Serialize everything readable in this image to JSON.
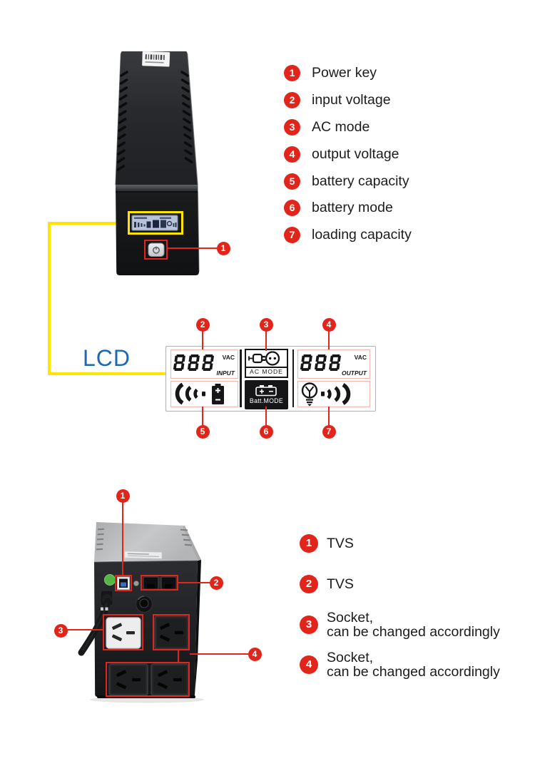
{
  "colors": {
    "accent_red": "#e1251b",
    "highlight_yellow": "#ffe600",
    "lcd_blue": "#1a6ab3"
  },
  "front_view": {
    "callout": "1",
    "legend": [
      {
        "num": "1",
        "label": "Power key"
      },
      {
        "num": "2",
        "label": "input voltage"
      },
      {
        "num": "3",
        "label": "AC mode"
      },
      {
        "num": "4",
        "label": "output voltage"
      },
      {
        "num": "5",
        "label": "battery capacity"
      },
      {
        "num": "6",
        "label": "battery mode"
      },
      {
        "num": "7",
        "label": "loading capacity"
      }
    ]
  },
  "lcd": {
    "title": "LCD",
    "input": {
      "value": "888",
      "unit": "VAC",
      "label": "INPUT"
    },
    "output": {
      "value": "888",
      "unit": "VAC",
      "label": "OUTPUT"
    },
    "ac_mode_label": "AC MODE",
    "batt_mode_label": "Batt.MODE",
    "callouts": {
      "input": "2",
      "ac_mode": "3",
      "output": "4",
      "battery": "5",
      "batt_mode": "6",
      "load": "7"
    }
  },
  "rear_view": {
    "callouts": {
      "usb": "1",
      "tvs_ports": "2",
      "white_socket": "3",
      "black_sockets": "4"
    },
    "legend": [
      {
        "num": "1",
        "line1": "TVS",
        "line2": ""
      },
      {
        "num": "2",
        "line1": "TVS",
        "line2": ""
      },
      {
        "num": "3",
        "line1": "Socket,",
        "line2": "can be changed accordingly"
      },
      {
        "num": "4",
        "line1": "Socket,",
        "line2": "can be changed accordingly"
      }
    ]
  }
}
